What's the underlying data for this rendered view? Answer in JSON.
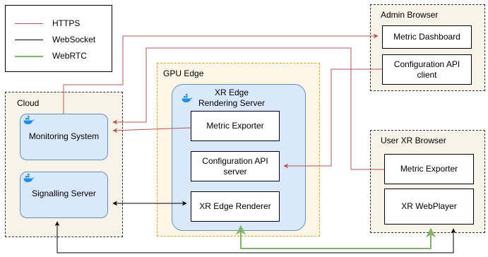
{
  "legend": {
    "items": [
      {
        "label": "HTTPS",
        "color": "#b85450"
      },
      {
        "label": "WebSocket",
        "color": "#000000"
      },
      {
        "label": "WebRTC",
        "color": "#82b366"
      }
    ]
  },
  "cloud": {
    "title": "Cloud",
    "monitoring": "Monitoring System",
    "signalling": "Signalling Server"
  },
  "gpu_edge": {
    "title": "GPU Edge",
    "rendering_server": {
      "title": "XR Edge Rendering Server",
      "metric_exporter": "Metric Exporter",
      "config_api_server": "Configuration API server",
      "renderer": "XR Edge Renderer"
    }
  },
  "admin_browser": {
    "title": "Admin Browser",
    "metric_dashboard": "Metric Dashboard",
    "config_api_client": "Configuration API client"
  },
  "user_browser": {
    "title": "User XR  Browser",
    "metric_exporter": "Metric Exporter",
    "webplayer": "XR WebPlayer"
  },
  "colors": {
    "https": "#b85450",
    "websocket": "#000000",
    "webrtc": "#82b366",
    "container_blue": "#dae8fc",
    "container_blue_border": "#6c8ebf",
    "docker_blue": "#1d8fe2",
    "group_fill": "#f7f3e8",
    "gpu_border": "#e3a232"
  },
  "icons": {
    "container": "docker-whale-icon"
  }
}
